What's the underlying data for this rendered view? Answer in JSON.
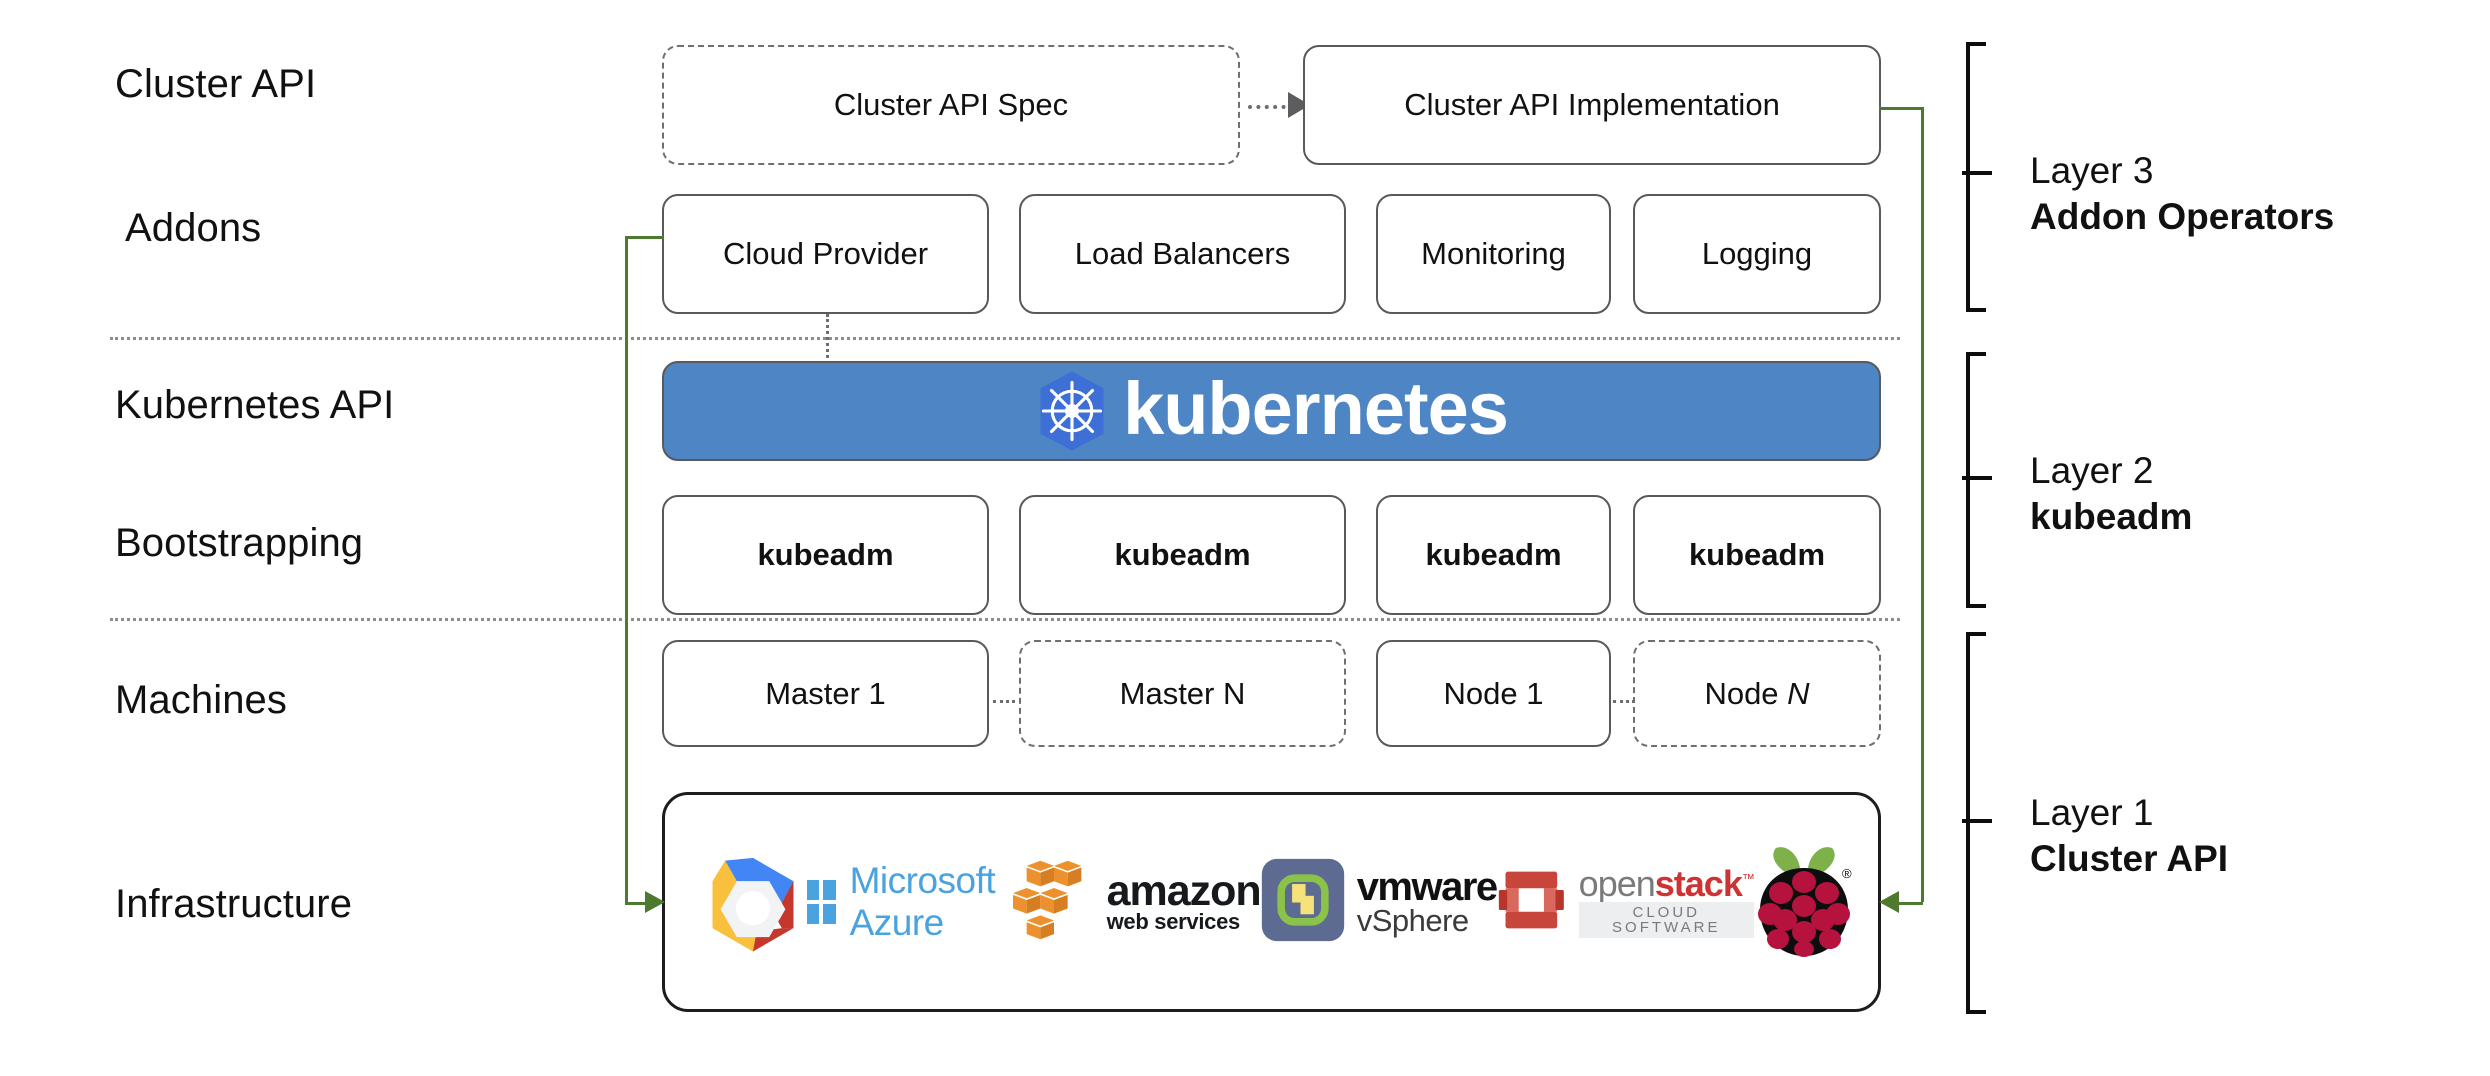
{
  "diagram": {
    "title": "Kubernetes Cluster API layered architecture",
    "row_labels": [
      {
        "id": "cluster-api",
        "text": "Cluster API"
      },
      {
        "id": "addons",
        "text": "Addons"
      },
      {
        "id": "kubernetes-api",
        "text": "Kubernetes API"
      },
      {
        "id": "bootstrapping",
        "text": "Bootstrapping"
      },
      {
        "id": "machines",
        "text": "Machines"
      },
      {
        "id": "infrastructure",
        "text": "Infrastructure"
      }
    ],
    "cluster_api_row": {
      "spec_box": "Cluster API Spec",
      "implementation_box": "Cluster API Implementation"
    },
    "addons_row": [
      "Cloud Provider",
      "Load Balancers",
      "Monitoring",
      "Logging"
    ],
    "kubernetes_banner": {
      "wordmark": "kubernetes",
      "logo_name": "kubernetes-helm-wheel-logo",
      "background_color": "#4d85c5",
      "logo_color": "#3d6fd6"
    },
    "bootstrapping_row": [
      "kubeadm",
      "kubeadm",
      "kubeadm",
      "kubeadm"
    ],
    "machines_row": [
      {
        "label": "Master 1",
        "style": "solid"
      },
      {
        "label": "Master N",
        "style": "dashed"
      },
      {
        "label": "Node 1",
        "style": "solid"
      },
      {
        "label": "Node ",
        "italic_suffix": "N",
        "style": "dashed"
      }
    ],
    "infrastructure_row": [
      {
        "name": "google-cloud-platform-logo",
        "label": ""
      },
      {
        "name": "microsoft-azure-logo",
        "label": "Microsoft Azure"
      },
      {
        "name": "amazon-web-services-logo",
        "label": "amazon",
        "sublabel": "web services"
      },
      {
        "name": "vmware-vsphere-logo",
        "label": "vmware",
        "sublabel": "vSphere"
      },
      {
        "name": "openstack-logo",
        "label": "openstack",
        "sublabel": "CLOUD SOFTWARE"
      },
      {
        "name": "raspberry-pi-logo",
        "label": ""
      }
    ],
    "layers": [
      {
        "id": "layer-3",
        "number": "Layer 3",
        "name": "Addon Operators"
      },
      {
        "id": "layer-2",
        "number": "Layer 2",
        "name": "kubeadm"
      },
      {
        "id": "layer-1",
        "number": "Layer 1",
        "name": "Cluster API"
      }
    ],
    "connectors": {
      "spec_to_impl": "dotted-arrow-right",
      "impl_to_infrastructure": "green-arrow-left",
      "cloud_provider_to_infrastructure": "green-arrow-right",
      "cloud_provider_to_kubernetes": "dotted-vertical",
      "master_ellipsis": "dotted-horizontal",
      "node_ellipsis": "dotted-horizontal",
      "green_color": "#4e7a2f",
      "dotted_color": "#6e6e72"
    }
  }
}
